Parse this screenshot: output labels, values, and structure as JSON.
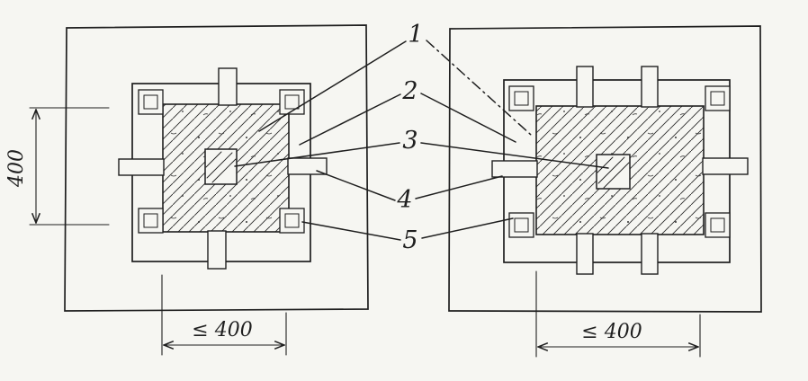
{
  "callouts": {
    "c1": {
      "label": "1"
    },
    "c2": {
      "label": "2"
    },
    "c3": {
      "label": "3"
    },
    "c4": {
      "label": "4"
    },
    "c5": {
      "label": "5"
    }
  },
  "dimensions": {
    "left_height": {
      "label": "400"
    },
    "left_width": {
      "label": "≤ 400"
    },
    "right_width": {
      "label": "≤ 400"
    }
  },
  "colors": {
    "ink": "#1f1f1f",
    "paper": "#f6f6f2"
  }
}
